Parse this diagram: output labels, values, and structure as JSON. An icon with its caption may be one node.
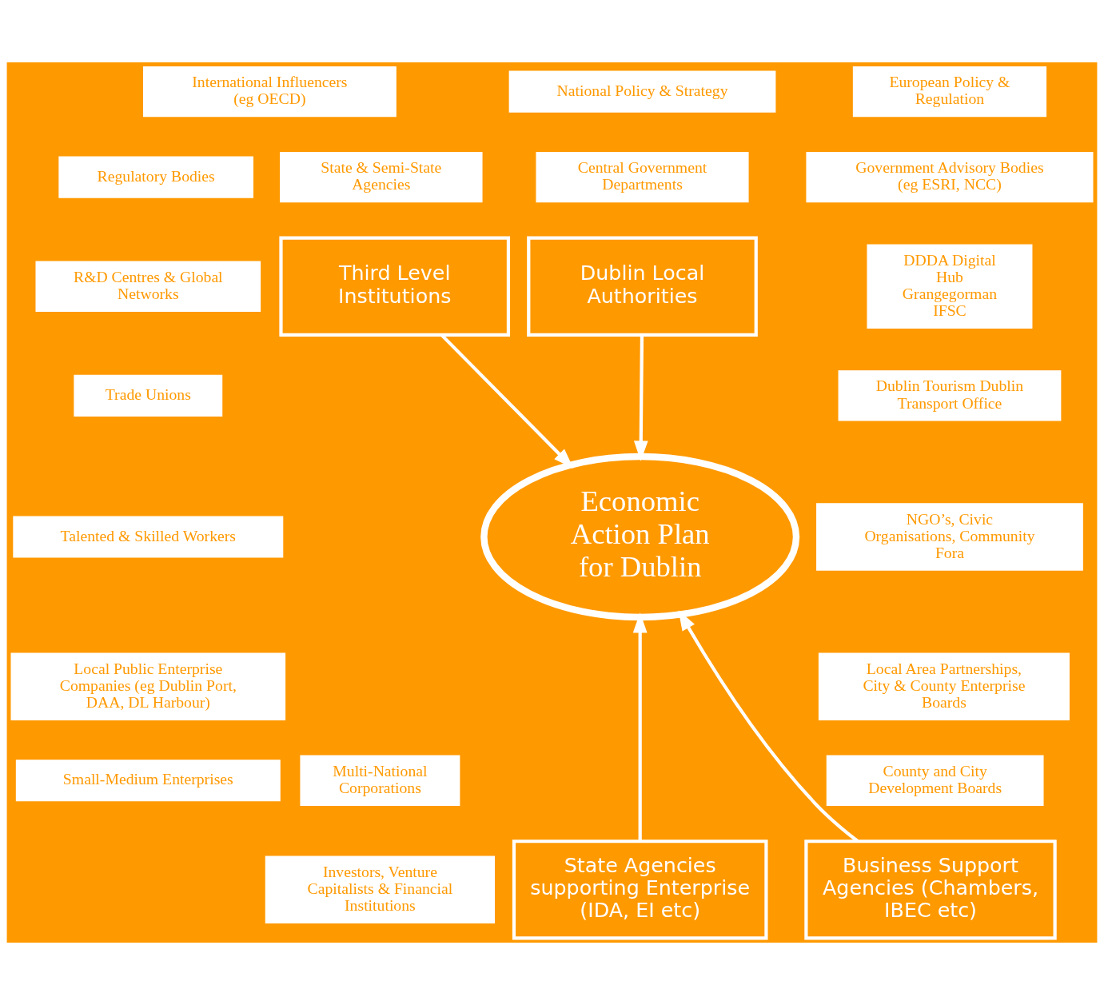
{
  "diagram": {
    "nodes": [
      {
        "text": [
          "European Policy & Regulation"
        ]
      },
      {
        "text": [
          "National Policy & Strategy"
        ]
      },
      {
        "text": [
          "International Influencers (eg OECD)"
        ]
      },
      {
        "text": [
          "Government Advisory Bodies (eg ESRI, NCC)"
        ]
      },
      {
        "text": [
          "Central Government Departments"
        ]
      },
      {
        "text": [
          "State & Semi-State Agencies"
        ]
      },
      {
        "text": [
          "Regulatory Bodies"
        ]
      },
      {
        "text": [
          "Dublin Local Authorities"
        ]
      },
      {
        "text": [
          "Third Level Institutions"
        ]
      },
      {
        "text": [
          "DDDA Digital Hub Grangegorman IFSC"
        ]
      },
      {
        "text": [
          "R&D Centres & Global Networks"
        ]
      },
      {
        "text": [
          "Dublin Tourism Dublin Transport Office"
        ]
      },
      {
        "text": [
          "Trade Unions"
        ]
      },
      {
        "text": [
          "Talented & Skilled Workers"
        ]
      },
      {
        "text": [
          "Economic Action Plan for Dublin"
        ]
      },
      {
        "text": [
          "NGO’s, Civic Organisations, Community Fora"
        ]
      },
      {
        "text": [
          "Local Public Enterprise Companies (eg Dublin Port, DAA, DL Harbour)"
        ]
      },
      {
        "text": [
          "Local Area Partnerships, City & County Enterprise Boards"
        ]
      },
      {
        "text": [
          "Small-Medium Enterprises"
        ]
      },
      {
        "text": [
          "Multi-National Corporations"
        ]
      },
      {
        "text": [
          "County and City Development Boards"
        ]
      },
      {
        "text": [
          "Investors, Venture Capitalists & Financial Institutions"
        ]
      },
      {
        "text": [
          "Business Support Agencies (Chambers, IBEC etc)"
        ]
      },
      {
        "text": [
          "State Agencies supporting Enterprise (IDA, EI etc)"
        ]
      }
    ],
    "edges": [
      {
        "from": 7,
        "to": 14,
        "arrow": "to"
      },
      {
        "from": 8,
        "to": 14,
        "arrow": "to"
      },
      {
        "from": 22,
        "to": 14,
        "arrow": "to"
      },
      {
        "from": 23,
        "to": 14,
        "arrow": "to"
      }
    ]
  }
}
